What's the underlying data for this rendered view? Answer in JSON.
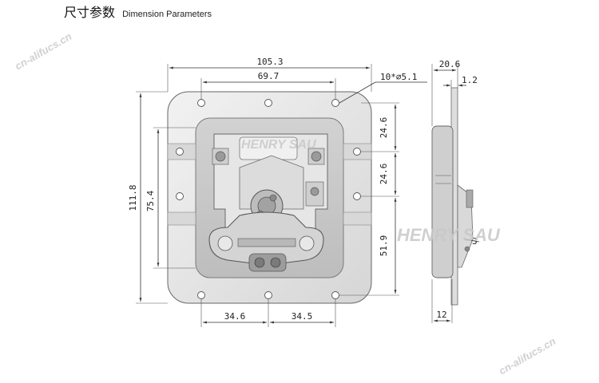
{
  "header": {
    "title_cn": "尺寸参数",
    "title_en": "Dimension Parameters"
  },
  "dimensions": {
    "overall_width": "105.3",
    "inner_width": "69.7",
    "holes": "10*∅5.1",
    "pitch_top": "24.6",
    "pitch_mid": "24.6",
    "pitch_lower": "51.9",
    "overall_height": "111.8",
    "inner_height": "75.4",
    "bottom_left": "34.6",
    "bottom_right": "34.5",
    "side_depth": "20.6",
    "side_plate": "1.2",
    "side_lever": "3",
    "side_base": "12"
  },
  "watermark": {
    "brand": "HENRY SAU",
    "site": "cn-alifucs.cn"
  },
  "colors": {
    "metal_light": "#e4e4e4",
    "metal_mid": "#c9c9c9",
    "metal_dark": "#8a8a8a",
    "line": "#333333",
    "watermark": "#c8c8c8"
  }
}
